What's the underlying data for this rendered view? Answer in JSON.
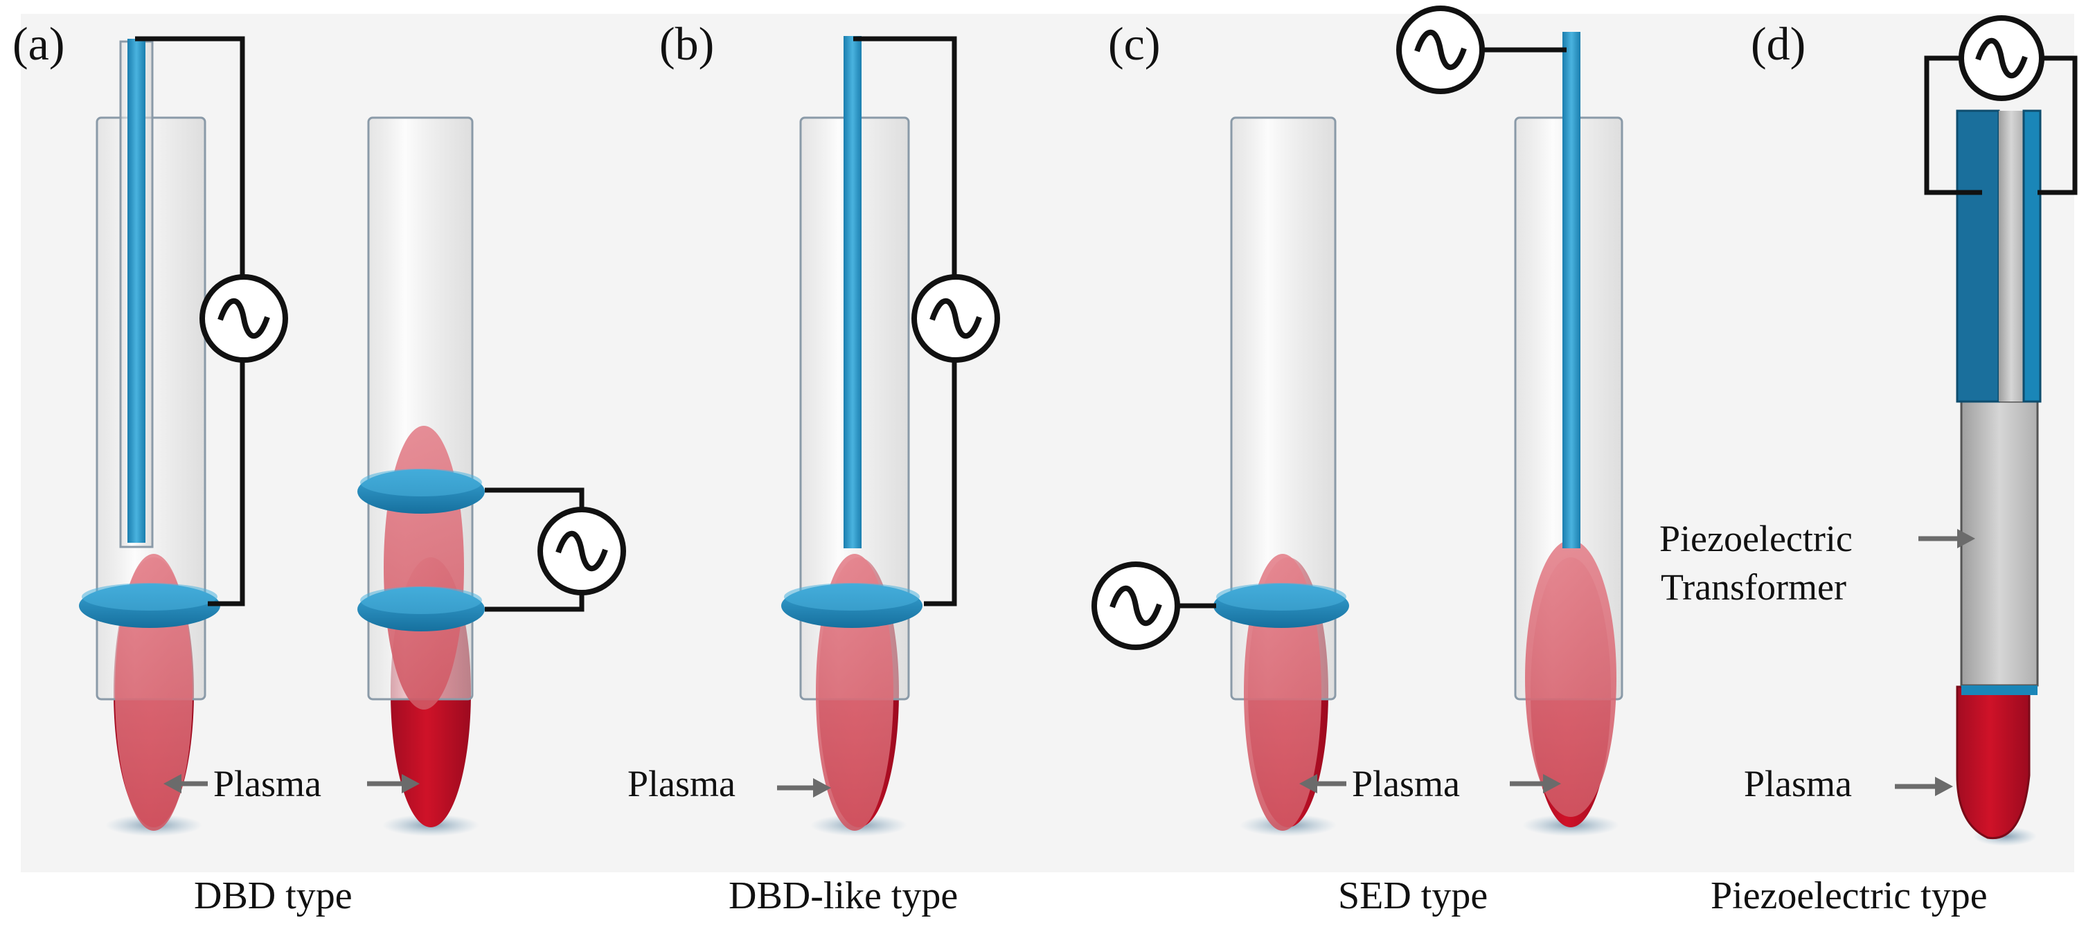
{
  "colors": {
    "background": "#f3f3f3",
    "plasma": "#c8102e",
    "plasma_glow": "#e06070",
    "electrode": "#1a86b8",
    "tube_glass": "#eaeaea",
    "piezo": "#c9c9c9",
    "wire": "#111111"
  },
  "icons": {
    "ac_source": "ac-source-icon",
    "arrow": "arrow-icon"
  },
  "panels": [
    {
      "label": "(a)",
      "caption": "DBD type"
    },
    {
      "label": "(b)",
      "caption": "DBD-like type"
    },
    {
      "label": "(c)",
      "caption": "SED type"
    },
    {
      "label": "(d)",
      "caption": "Piezoelectric type"
    }
  ],
  "annotations": {
    "plasma": "Plasma",
    "piezo_line1": "Piezoelectric",
    "piezo_line2": "Transformer"
  }
}
